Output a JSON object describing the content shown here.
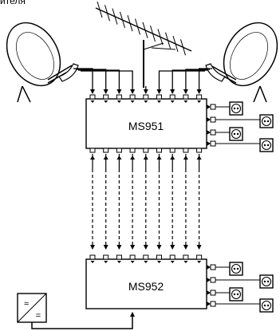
{
  "caption": "ителя",
  "blocks": {
    "top_switch": "MS951",
    "bottom_switch": "MS952"
  },
  "power_supply": {
    "symbol_ac": "≈",
    "symbol_dc": "="
  },
  "icons": [
    "satellite-dish-icon",
    "terrestrial-antenna-icon",
    "tv-socket-icon",
    "power-supply-icon"
  ],
  "colors": {
    "line": "#000000",
    "background": "#ffffff"
  }
}
